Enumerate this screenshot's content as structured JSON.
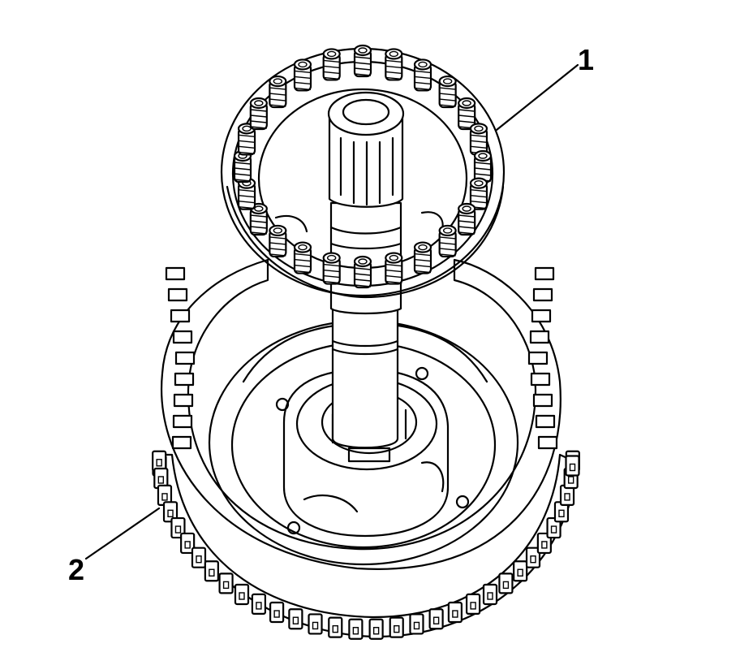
{
  "figure": {
    "callouts": [
      {
        "id": "1",
        "label": "1",
        "part": "spring-retainer"
      },
      {
        "id": "2",
        "label": "2",
        "part": "clutch-housing"
      }
    ],
    "colors": {
      "line": "#000000",
      "background": "#ffffff"
    }
  }
}
